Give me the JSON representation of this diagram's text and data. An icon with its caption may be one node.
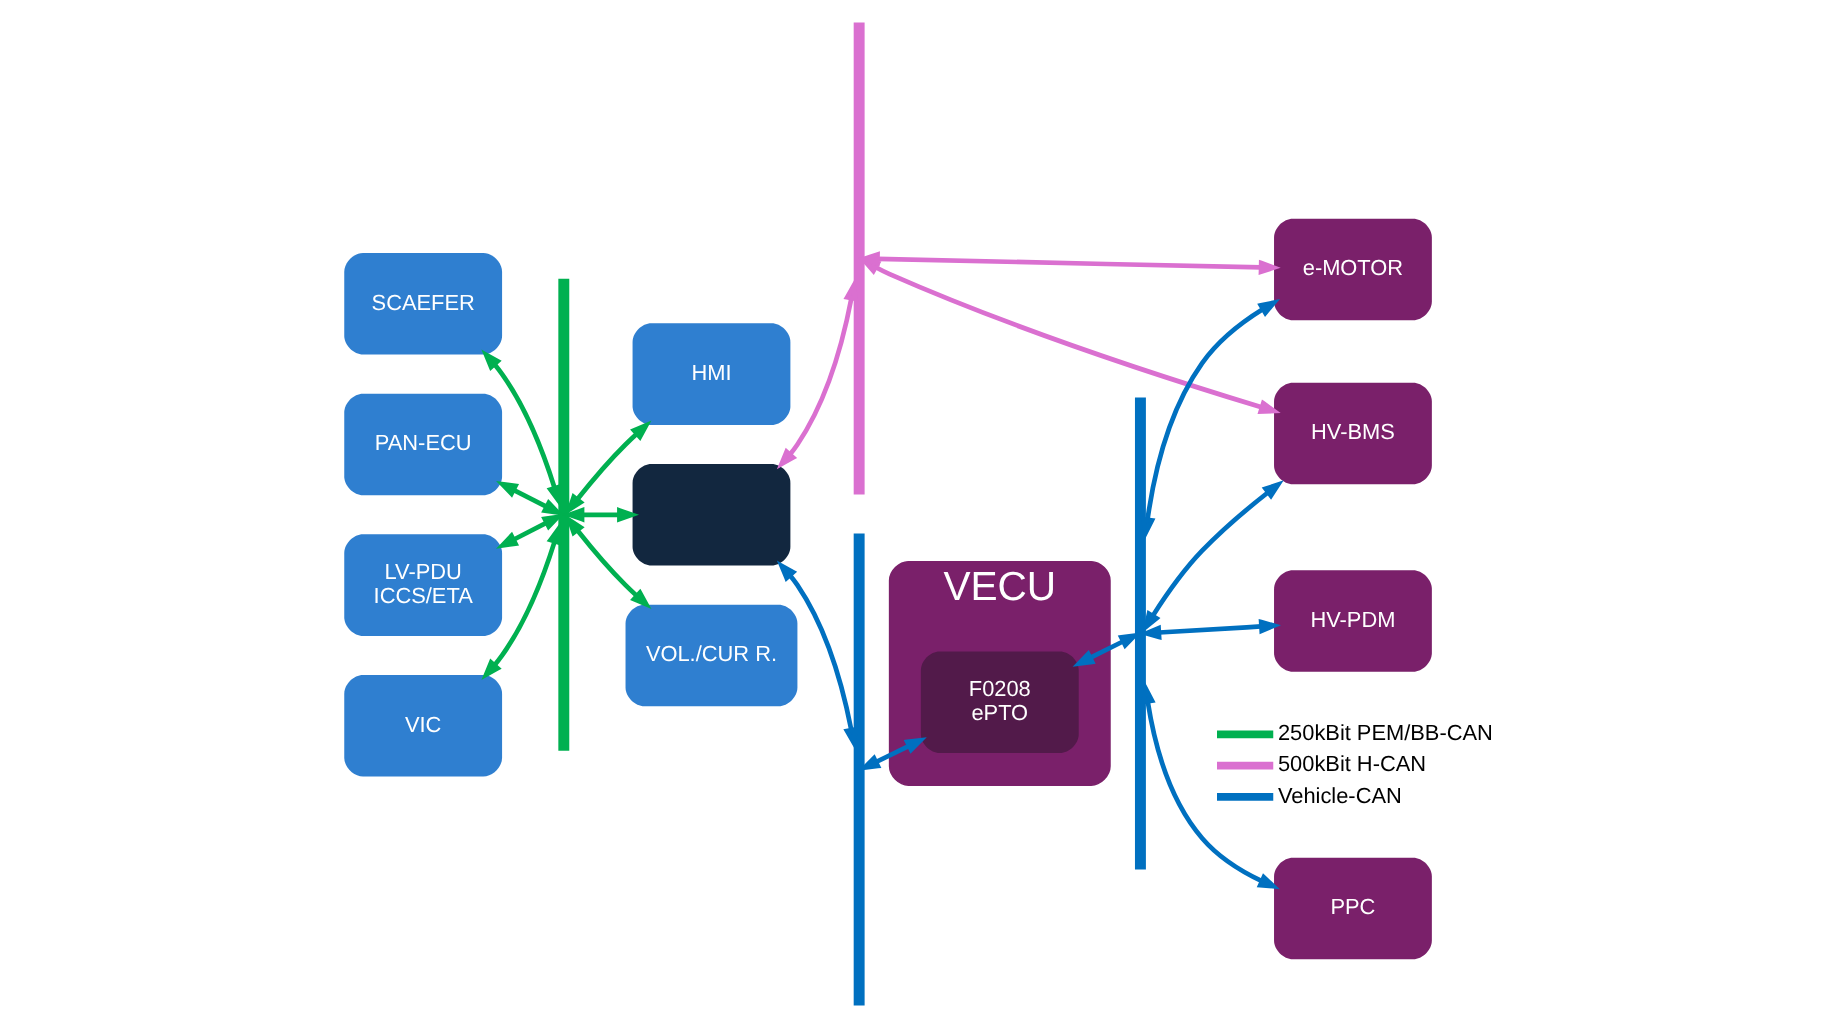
{
  "diagram": {
    "nodes": [
      {
        "text": [
          "SCAEFER"
        ]
      },
      {
        "text": [
          "PAN-ECU"
        ]
      },
      {
        "text": [
          "LV-PDU",
          "ICCS/ETA"
        ]
      },
      {
        "text": [
          "VIC"
        ]
      },
      {
        "text": [],
        "shape": "bar"
      },
      {
        "text": [
          "HMI"
        ]
      },
      {
        "text": [],
        "shape": "box"
      },
      {
        "text": [
          "VOL./CUR R."
        ]
      },
      {
        "text": [],
        "shape": "bar"
      },
      {
        "text": [],
        "shape": "bar"
      },
      {
        "text": [
          "VECU"
        ]
      },
      {
        "text": [
          "F0208",
          "ePTO"
        ],
        "in": 10
      },
      {
        "text": [],
        "shape": "bar"
      },
      {
        "text": [
          "HV-BMS"
        ]
      },
      {
        "text": [
          "e-MOTOR"
        ]
      },
      {
        "text": [
          "PPC"
        ]
      },
      {
        "text": [
          "HV-PDM"
        ]
      }
    ],
    "edges": [
      {
        "from": 0,
        "to": 4,
        "arrow": "both",
        "color": "#00b050"
      },
      {
        "from": 1,
        "to": 4,
        "arrow": "both",
        "color": "#00b050"
      },
      {
        "from": 2,
        "to": 4,
        "arrow": "both",
        "color": "#00b050"
      },
      {
        "from": 3,
        "to": 4,
        "arrow": "both",
        "color": "#00b050"
      },
      {
        "from": 4,
        "to": 5,
        "arrow": "both",
        "color": "#00b050"
      },
      {
        "from": 4,
        "to": 6,
        "arrow": "both",
        "color": "#00b050"
      },
      {
        "from": 4,
        "to": 7,
        "arrow": "both",
        "color": "#00b050"
      },
      {
        "from": 6,
        "to": 8,
        "arrow": "both",
        "color": "#da70d0"
      },
      {
        "from": 6,
        "to": 9,
        "arrow": "both",
        "color": "#0070c0"
      },
      {
        "from": 8,
        "to": 13,
        "arrow": "both",
        "color": "#da70d0"
      },
      {
        "from": 8,
        "to": 14,
        "arrow": "both",
        "color": "#da70d0"
      },
      {
        "from": 9,
        "to": 11,
        "arrow": "both",
        "color": "#0070c0"
      },
      {
        "from": 11,
        "to": 12,
        "arrow": "both",
        "color": "#0070c0"
      },
      {
        "from": 12,
        "to": 13,
        "arrow": "both",
        "color": "#0070c0"
      },
      {
        "from": 12,
        "to": 14,
        "arrow": "both",
        "color": "#0070c0"
      },
      {
        "from": 12,
        "to": 15,
        "arrow": "both",
        "color": "#0070c0"
      },
      {
        "from": 12,
        "to": 16,
        "arrow": "both",
        "color": "#0070c0"
      }
    ],
    "legend": [
      {
        "text": "250kBit PEM/BB-CAN",
        "color": "#00b050"
      },
      {
        "text": "500kBit H-CAN",
        "color": "#da70d0"
      },
      {
        "text": "Vehicle-CAN",
        "color": "#0070c0"
      }
    ]
  }
}
